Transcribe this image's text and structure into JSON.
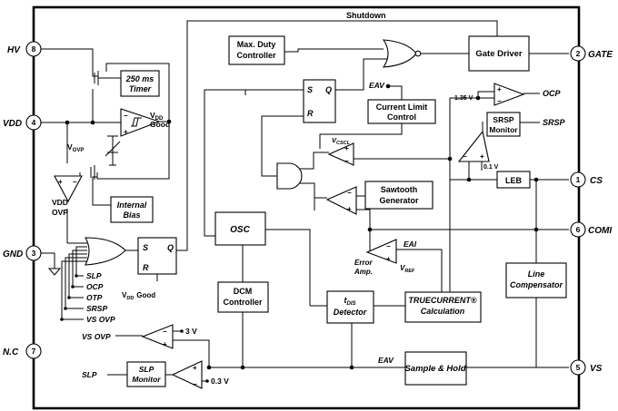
{
  "signals": {
    "shutdown": "Shutdown",
    "eav_top": "EAV",
    "eav_bottom": "EAV",
    "vcscl": "V",
    "vcscl_sub": "CSCL",
    "vdd_good_v": "V",
    "vdd_good_sub": "DD",
    "vdd_good_word": "Good",
    "vovp_v": "V",
    "vovp_sub": "OVP",
    "vdd_good2_v": "V",
    "vdd_good2_sub": "DD",
    "vdd_good2_word": "Good",
    "vref_v": "V",
    "vref_sub": "REF",
    "v135": "1.35 V",
    "v01": "0.1 V",
    "v3": "3 V",
    "v03": "0.3 V",
    "eai": "EAI",
    "ocp_out": "OCP",
    "srsp_out": "SRSP",
    "vs_ovp_out": "VS OVP",
    "slp_out": "SLP"
  },
  "pins": {
    "hv": {
      "number": "8",
      "name": "HV"
    },
    "vdd": {
      "number": "4",
      "name": "VDD"
    },
    "gnd": {
      "number": "3",
      "name": "GND"
    },
    "nc": {
      "number": "7",
      "name": "N.C"
    },
    "gate": {
      "number": "2",
      "name": "GATE"
    },
    "cs": {
      "number": "1",
      "name": "CS"
    },
    "comi": {
      "number": "6",
      "name": "COMI"
    },
    "vs": {
      "number": "5",
      "name": "VS"
    }
  },
  "blocks": {
    "max_duty": [
      "Max. Duty",
      "Controller"
    ],
    "gate_driver": "Gate Driver",
    "timer": [
      "250 ms",
      "Timer"
    ],
    "current_limit": [
      "Current Limit",
      "Control"
    ],
    "srsp_monitor": [
      "SRSP",
      "Monitor"
    ],
    "internal_bias": [
      "Internal",
      "Bias"
    ],
    "sawtooth": [
      "Sawtooth",
      "Generator"
    ],
    "leb": "LEB",
    "osc": "OSC",
    "dcm": [
      "DCM",
      "Controller"
    ],
    "tdis_t": "t",
    "tdis_sub": "DIS",
    "tdis_word": "Detector",
    "truecurrent": [
      "TRUECURRENT®",
      "Calculation"
    ],
    "line_comp": [
      "Line",
      "Compensator"
    ],
    "sample_hold": "Sample & Hold",
    "slp_monitor": [
      "SLP",
      "Monitor"
    ],
    "vdd_ovp": [
      "VDD",
      "OVP"
    ],
    "error_amp": [
      "Error",
      "Amp."
    ]
  },
  "latches": {
    "main": {
      "s": "S",
      "r": "R",
      "q": "Q"
    },
    "protect": {
      "s": "S",
      "r": "R",
      "q": "Q"
    }
  },
  "or_inputs": [
    "SLP",
    "OCP",
    "OTP",
    "SRSP",
    "VS OVP"
  ]
}
